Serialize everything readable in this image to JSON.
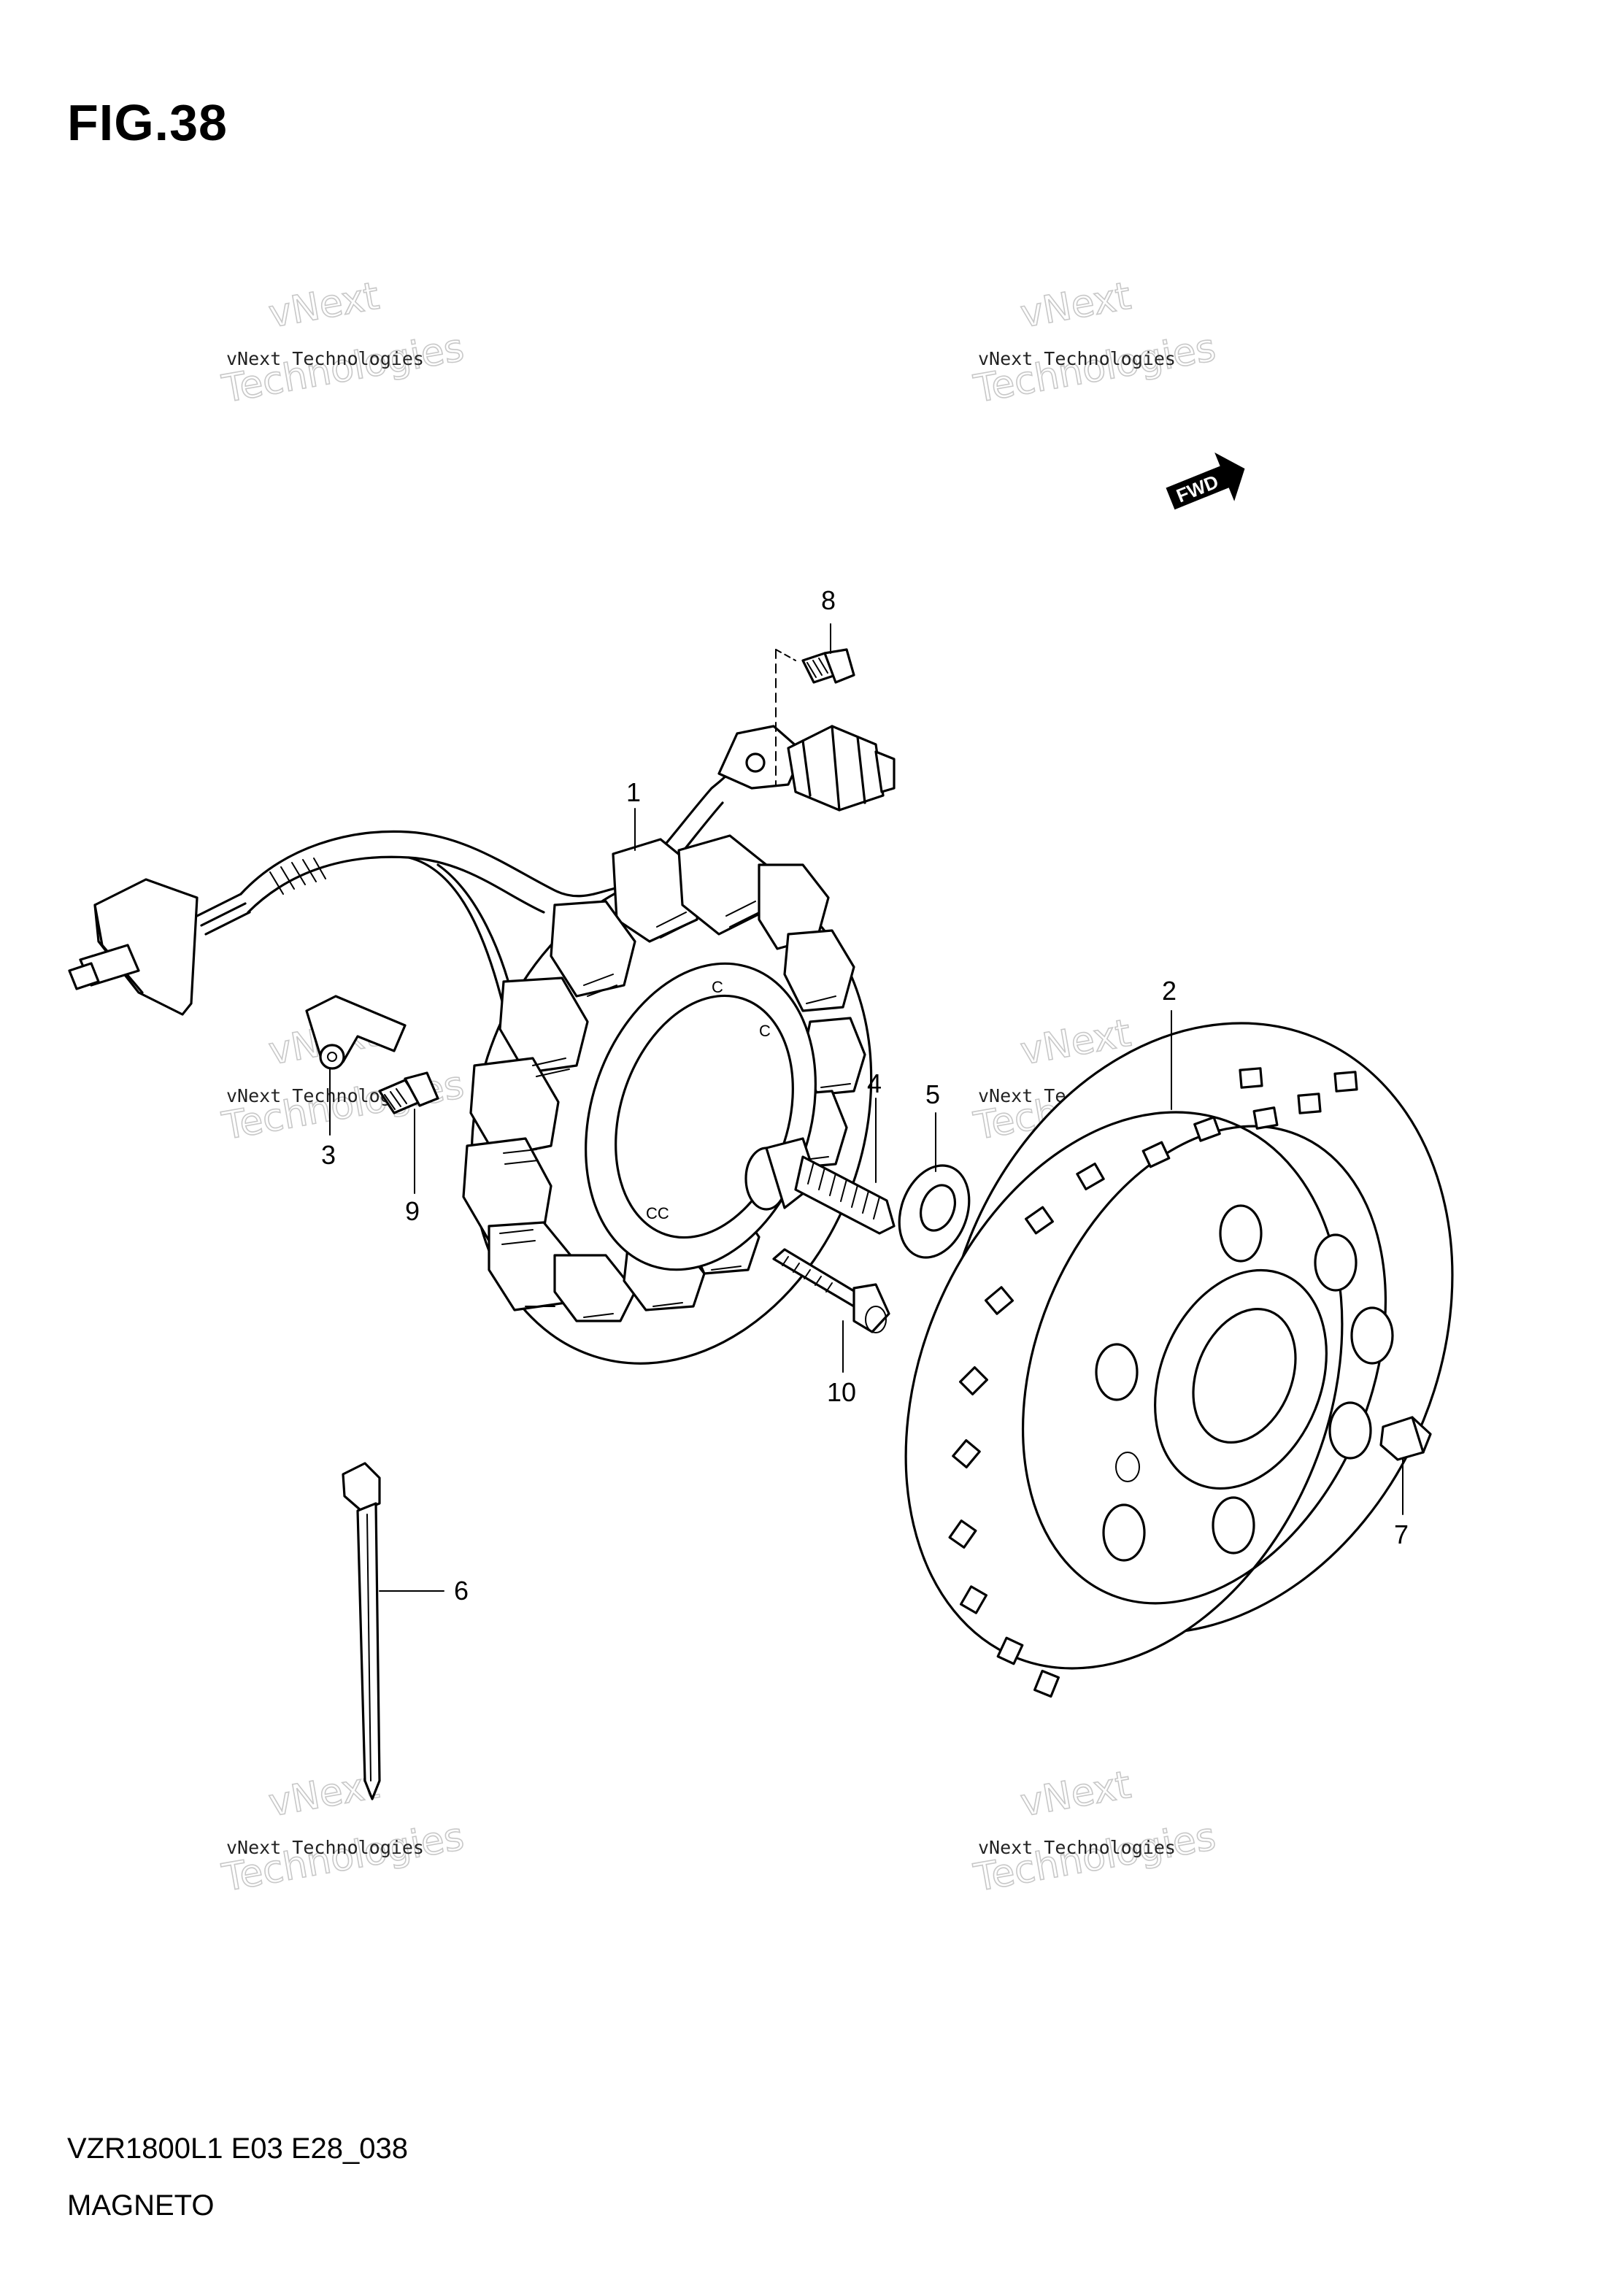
{
  "figure": {
    "title": "FIG.38",
    "code": "VZR1800L1 E03 E28_038",
    "name": "MAGNETO",
    "direction_badge": "FWD"
  },
  "watermark": {
    "line1": "vNext",
    "line2": "vNext Technologies",
    "line3": "Technologies"
  },
  "parts": {
    "p1": "1",
    "p2": "2",
    "p3": "3",
    "p4": "4",
    "p5": "5",
    "p6": "6",
    "p7": "7",
    "p8": "8",
    "p9": "9",
    "p10": "10"
  }
}
